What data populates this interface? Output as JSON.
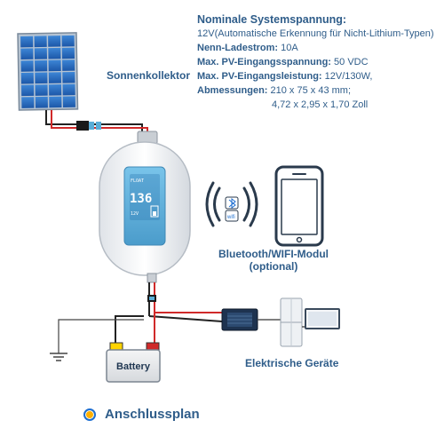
{
  "specs": {
    "heading": "Nominale Systemspannung:",
    "voltage_detail": "12V(Automatische Erkennung für Nicht-Lithium-Typen)",
    "rows": [
      {
        "label": "Nenn-Ladestrom:",
        "value": " 10A"
      },
      {
        "label": "Max. PV-Eingangsspannung:",
        "value": " 50 VDC"
      },
      {
        "label": "Max. PV-Eingangsleistung:",
        "value": " 12V/130W,"
      },
      {
        "label": "Abmessungen:",
        "value": " 210 x 75 x 43 mm;"
      }
    ],
    "dimensions_inch": "4,72 x 2,95 x 1,70 Zoll"
  },
  "labels": {
    "solar_panel": "Sonnenkollektor",
    "bluetooth_line1": "Bluetooth/WIFI-Modul",
    "bluetooth_line2": "(optional)",
    "devices": "Elektrische Geräte",
    "battery": "Battery",
    "legend": "Anschlussplan"
  },
  "lcd": {
    "value": "136",
    "mode": "FLOAT",
    "small": "12V"
  },
  "colors": {
    "text": "#2f5d8a",
    "controller_lcd": "#5aaed8",
    "wire_positive": "#d02a2a",
    "wire_negative": "#222222",
    "legend_dot": "#ffb000"
  }
}
